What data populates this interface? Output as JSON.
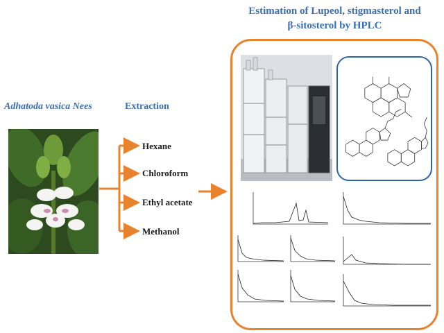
{
  "title": {
    "line1": "Estimation of Lupeol, stigmasterol and",
    "line2": "β-sitosterol by HPLC"
  },
  "plant": {
    "name": "Adhatoda vasica Nees"
  },
  "process": {
    "label": "Extraction",
    "solvents": [
      "Hexane",
      "Chloroform",
      "Ethyl acetate",
      "Methanol"
    ]
  },
  "colors": {
    "accent_orange": "#e9822d",
    "title_blue": "#3a6fb5",
    "structure_border": "#2f63a8"
  },
  "icons": [
    "plant-photo",
    "hplc-instrument-photo",
    "chemical-structures",
    "chromatogram"
  ]
}
